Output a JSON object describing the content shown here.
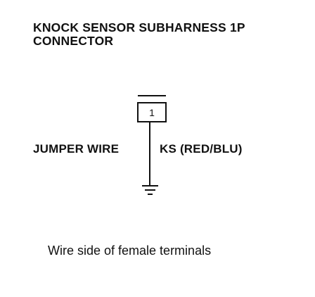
{
  "title": {
    "line1": "KNOCK SENSOR SUBHARNESS 1P",
    "line2": "CONNECTOR"
  },
  "connector": {
    "terminal_number": "1"
  },
  "labels": {
    "left": "JUMPER WIRE",
    "right": "KS (RED/BLU)"
  },
  "footer": {
    "text": "Wire side of female terminals"
  },
  "symbols": [
    "connector-terminal-box",
    "ground-symbol"
  ]
}
